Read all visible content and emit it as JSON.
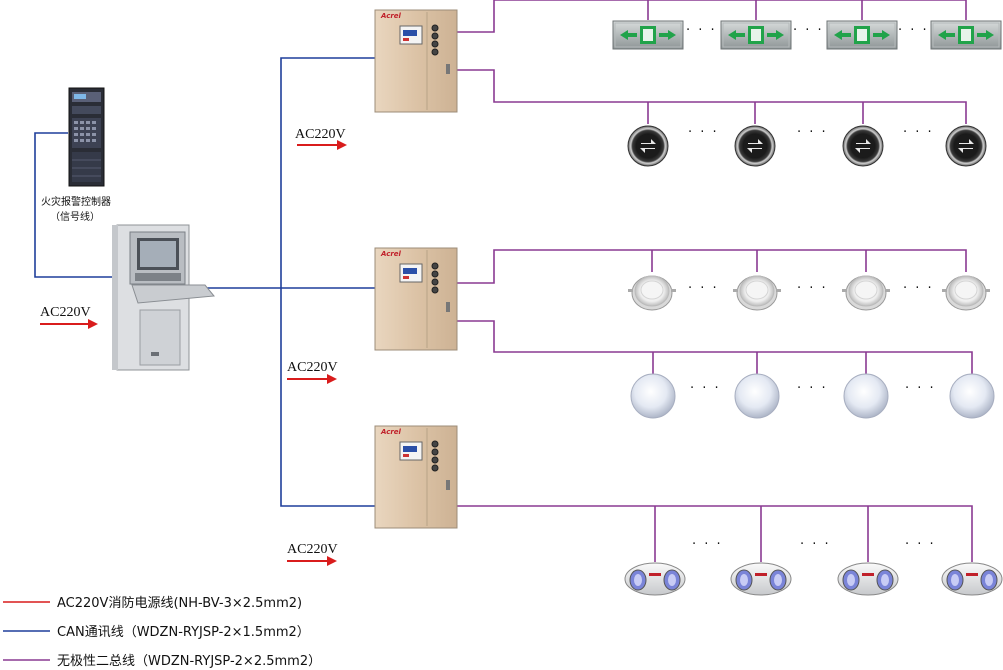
{
  "colors": {
    "power": "#d91c1c",
    "can": "#1f3f9b",
    "bus": "#8a3a92",
    "cabinet": "#e0c9ae",
    "cabinet_edge": "#9c8c78"
  },
  "alarm_controller": {
    "label_line1": "火灾报警控制器",
    "label_line2": "（信号线）"
  },
  "host": {
    "power_label": "AC220V"
  },
  "distribution_boxes": [
    {
      "brand": "Acrel",
      "power_label": "AC220V"
    },
    {
      "brand": "Acrel",
      "power_label": "AC220V"
    },
    {
      "brand": "Acrel",
      "power_label": "AC220V"
    }
  ],
  "ellipsis": "· · ·",
  "device_rows": [
    {
      "type": "exit-sign",
      "icon": "exit-sign-icon"
    },
    {
      "type": "direction-sign",
      "icon": "direction-arrow-icon"
    },
    {
      "type": "downlight",
      "icon": "downlight-icon"
    },
    {
      "type": "ball-light",
      "icon": "ball-light-icon"
    },
    {
      "type": "twin-head-light",
      "icon": "twin-head-light-icon"
    }
  ],
  "legend": [
    {
      "key": "power",
      "label": "AC220V消防电源线(NH-BV-3×2.5mm2)"
    },
    {
      "key": "can",
      "label": "CAN通讯线（WDZN-RYJSP-2×1.5mm2）"
    },
    {
      "key": "bus",
      "label": "无极性二总线（WDZN-RYJSP-2×2.5mm2）"
    }
  ]
}
